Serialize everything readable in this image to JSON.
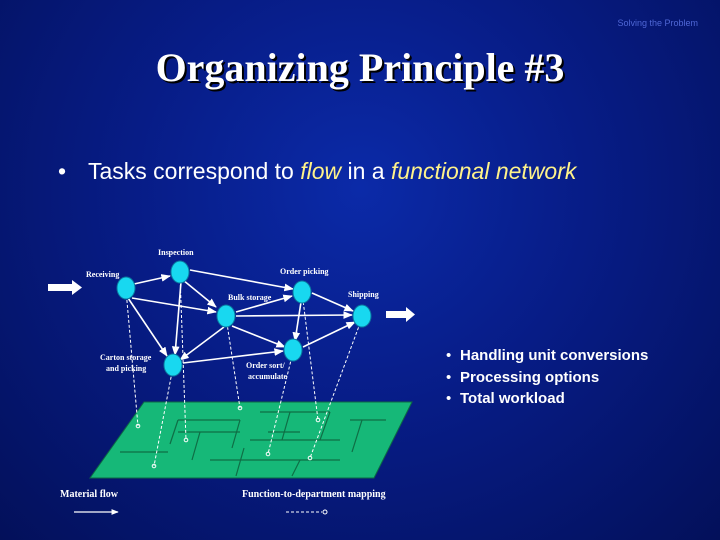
{
  "header": {
    "section_label": "Solving the Problem"
  },
  "title": "Organizing Principle #3",
  "bullet": {
    "part1": "Tasks correspond to ",
    "em1": "flow",
    "part2": " in a ",
    "em2": "functional network"
  },
  "sub_bullets": [
    "Handling unit conversions",
    "Processing options",
    "Total workload"
  ],
  "diagram": {
    "nodes": {
      "inspection": "Inspection",
      "receiving": "Receiving",
      "order_picking": "Order picking",
      "bulk_storage": "Bulk storage",
      "shipping": "Shipping",
      "carton_storage_1": "Carton storage",
      "carton_storage_2": "and picking",
      "order_sort_1": "Order sort/",
      "order_sort_2": "accumulate"
    },
    "legend": {
      "material_flow": "Material flow",
      "mapping": "Function-to-department mapping"
    }
  },
  "colors": {
    "background": "#071c86",
    "node": "#18d8f0",
    "floor": "#16b878",
    "emphasis": "#fff38a"
  }
}
